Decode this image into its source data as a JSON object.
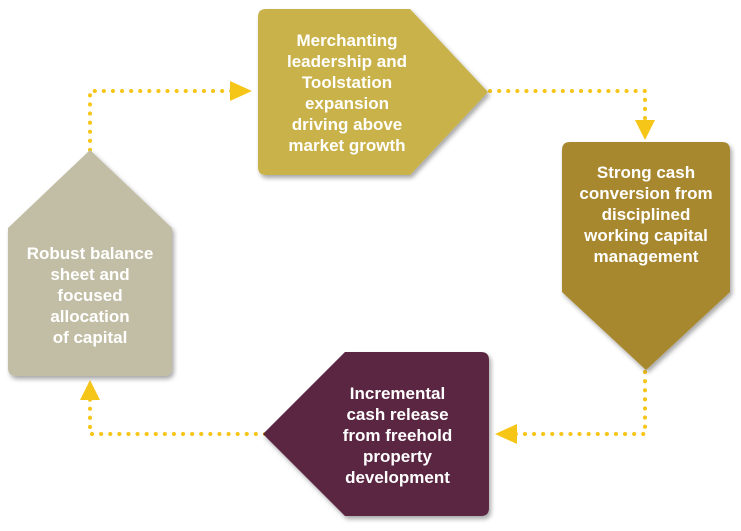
{
  "nodes": [
    {
      "id": "merchanting",
      "text": "Merchanting\nleadership and\nToolstation\nexpansion\ndriving above\nmarket growth",
      "color": "#c9b24a"
    },
    {
      "id": "cash-conversion",
      "text": "Strong cash\nconversion from\ndisciplined\nworking capital\nmanagement",
      "color": "#a8882e"
    },
    {
      "id": "cash-release",
      "text": "Incremental\ncash release\nfrom freehold\nproperty\ndevelopment",
      "color": "#5a2742"
    },
    {
      "id": "balance-sheet",
      "text": "Robust balance\nsheet and\nfocused\nallocation\nof capital",
      "color": "#c2bea5"
    }
  ],
  "connector_color": "#f5c518",
  "edges": [
    {
      "from": "balance-sheet",
      "to": "merchanting"
    },
    {
      "from": "merchanting",
      "to": "cash-conversion"
    },
    {
      "from": "cash-conversion",
      "to": "cash-release"
    },
    {
      "from": "cash-release",
      "to": "balance-sheet"
    }
  ]
}
